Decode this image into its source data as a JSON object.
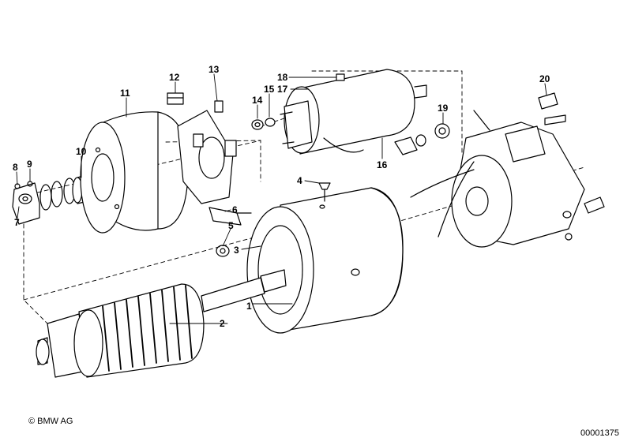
{
  "diagram": {
    "callouts": {
      "c1": "1",
      "c2": "2",
      "c3": "3",
      "c4": "4",
      "c5": "5",
      "c6": "6",
      "c7": "7",
      "c8": "8",
      "c9": "9",
      "c10": "10",
      "c11": "11",
      "c12": "12",
      "c13": "13",
      "c14": "14",
      "c15": "15",
      "c16": "16",
      "c17": "17",
      "c18": "18",
      "c19": "19",
      "c20": "20"
    },
    "copyright": "© BMW AG",
    "doc_number": "00001375"
  }
}
